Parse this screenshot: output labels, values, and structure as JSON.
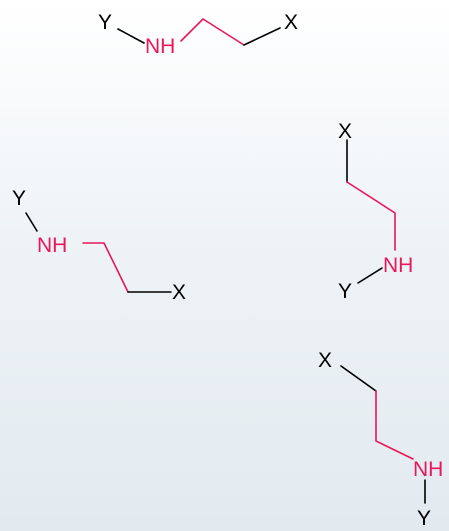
{
  "structures": [
    {
      "x_label": "X",
      "nh_label": "NH",
      "y_label": "Y"
    },
    {
      "x_label": "X",
      "nh_label": "NH",
      "y_label": "Y"
    },
    {
      "x_label": "X",
      "nh_label": "NH",
      "y_label": "Y"
    },
    {
      "x_label": "X",
      "nh_label": "NH",
      "y_label": "Y"
    }
  ],
  "colors": {
    "nitrogen_fragment": "#e8185a",
    "substituent": "#000000"
  }
}
